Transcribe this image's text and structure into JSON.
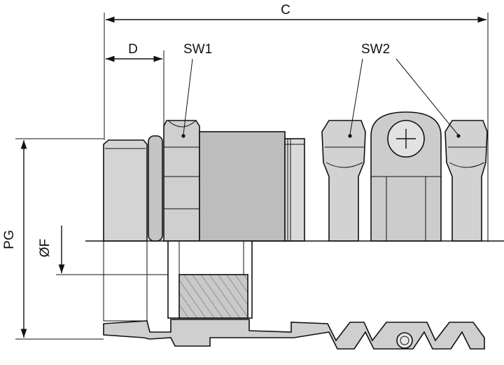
{
  "labels": {
    "c": "C",
    "d": "D",
    "sw1": "SW1",
    "sw2": "SW2",
    "pg": "PG",
    "f": "ØF"
  },
  "colors": {
    "stroke": "#111111",
    "metal_light": "#d6d6d6",
    "metal_mid": "#c2c2c2",
    "metal_dark": "#9a9a9a",
    "seal": "#bdbdbd"
  }
}
